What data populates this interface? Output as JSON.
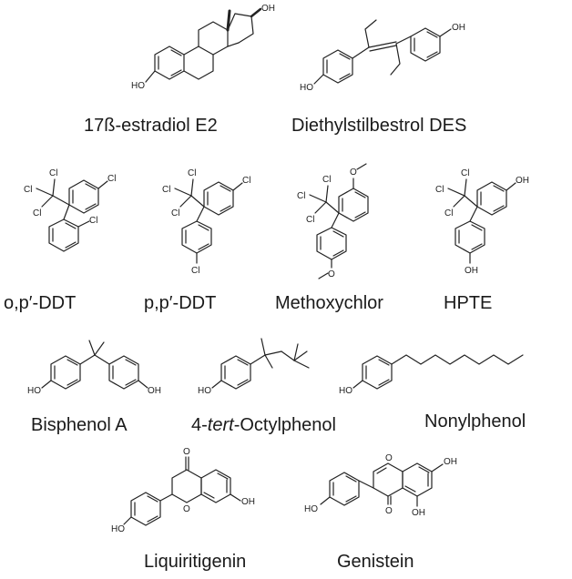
{
  "compounds": {
    "estradiol": {
      "name": "17ß-estradiol E2",
      "atoms": [
        "HO",
        "OH"
      ]
    },
    "des": {
      "name": "Diethylstilbestrol DES",
      "atoms": [
        "HO",
        "OH"
      ]
    },
    "opddt": {
      "name": "o,p′-DDT",
      "atoms": [
        "Cl",
        "Cl",
        "Cl",
        "Cl",
        "Cl"
      ]
    },
    "ppddt": {
      "name": "p,p′-DDT",
      "atoms": [
        "Cl",
        "Cl",
        "Cl",
        "Cl",
        "Cl"
      ]
    },
    "methoxychlor": {
      "name": "Methoxychlor",
      "atoms": [
        "Cl",
        "Cl",
        "Cl",
        "O",
        "O"
      ]
    },
    "hpte": {
      "name": "HPTE",
      "atoms": [
        "Cl",
        "Cl",
        "Cl",
        "OH",
        "OH"
      ]
    },
    "bpa": {
      "name": "Bisphenol A",
      "atoms": [
        "HO",
        "OH"
      ]
    },
    "octylphenol": {
      "name_prefix": "4-",
      "name_italic": "tert",
      "name_suffix": "-Octylphenol",
      "atoms": [
        "HO"
      ]
    },
    "nonylphenol": {
      "name": "Nonylphenol",
      "atoms": [
        "HO"
      ]
    },
    "liquiritigenin": {
      "name": "Liquiritigenin",
      "atoms": [
        "O",
        "O",
        "OH",
        "HO"
      ]
    },
    "genistein": {
      "name": "Genistein",
      "atoms": [
        "O",
        "OH",
        "OH",
        "O",
        "HO"
      ]
    }
  }
}
